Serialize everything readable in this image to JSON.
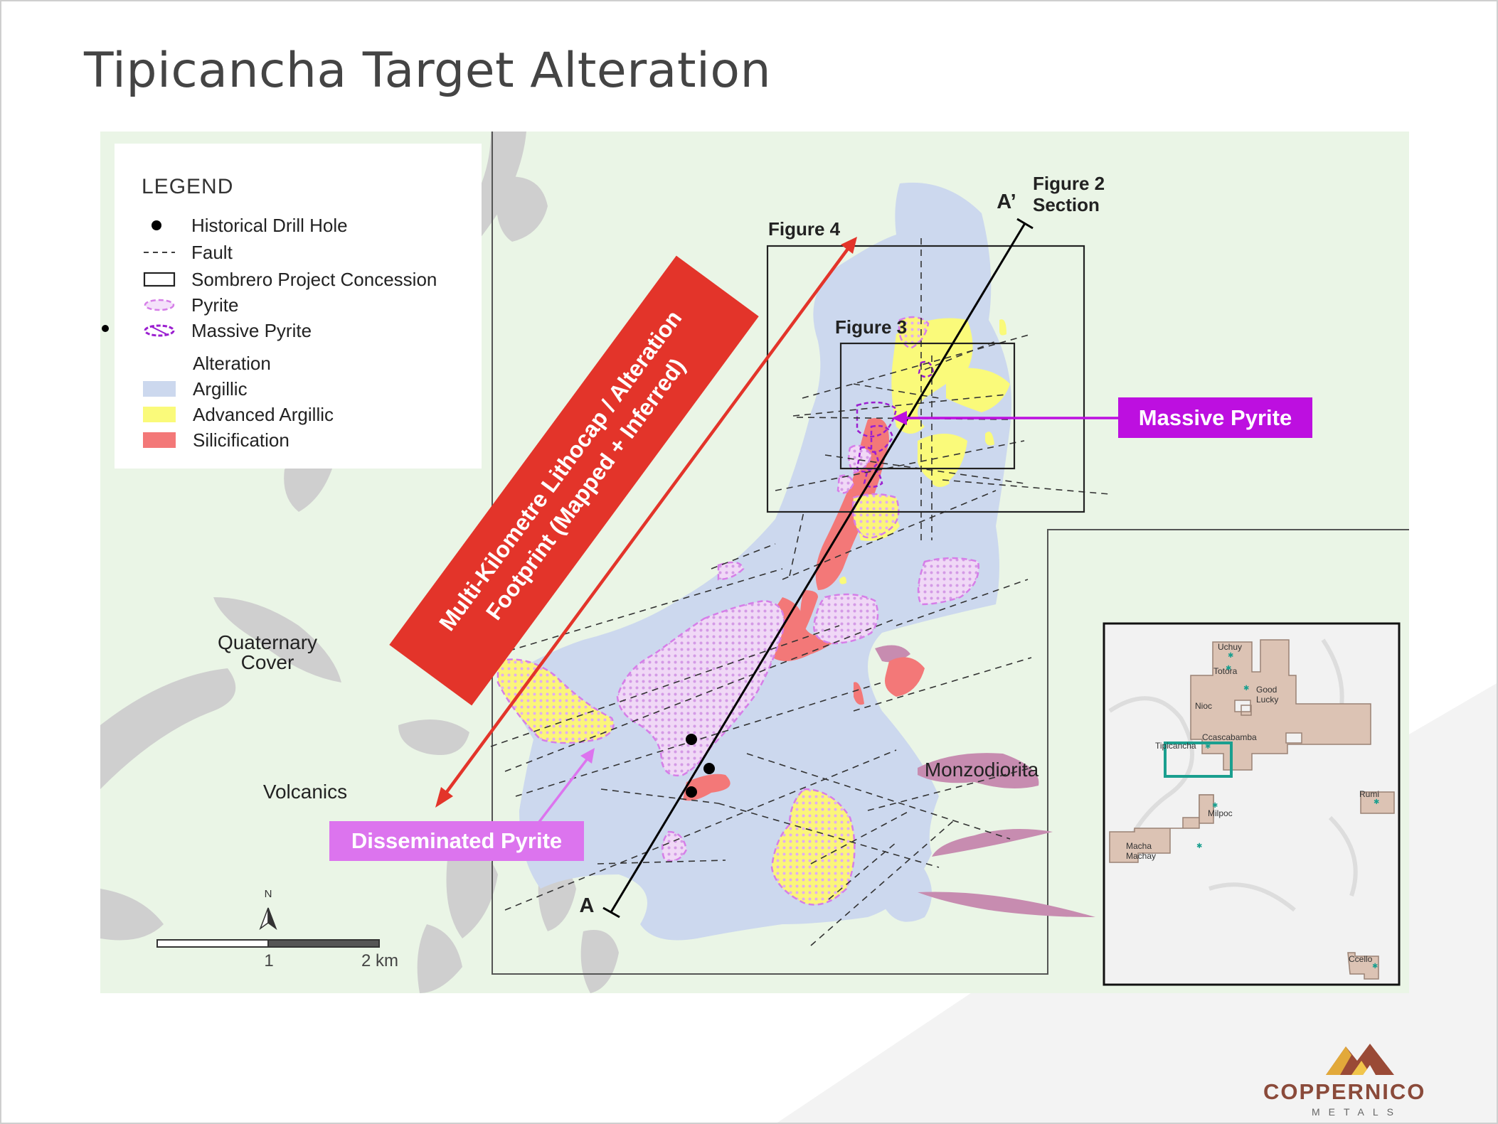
{
  "title": "Tipicancha Target Alteration",
  "legend": {
    "title": "LEGEND",
    "items": [
      {
        "label": "Historical Drill Hole",
        "icon": "drill-hole-icon"
      },
      {
        "label": "Fault",
        "icon": "fault-line-icon"
      },
      {
        "label": "Sombrero Project Concession",
        "icon": "concession-box-icon"
      },
      {
        "label": "Pyrite",
        "icon": "pyrite-outline-icon"
      },
      {
        "label": "Massive Pyrite",
        "icon": "massive-pyrite-outline-icon"
      }
    ],
    "alteration_heading": "Alteration",
    "alteration": [
      {
        "label": "Argillic",
        "color": "#ccd8ee"
      },
      {
        "label": "Advanced Argillic",
        "color": "#fafa7a"
      },
      {
        "label": "Silicification",
        "color": "#f37878"
      }
    ]
  },
  "map_labels": {
    "quaternary": "Quaternary\nCover",
    "volcanics": "Volcanics",
    "monzodiorita": "Monzodiorita",
    "a_prime": "A’",
    "a": "A",
    "figure2": "Figure 2\nSection",
    "figure4": "Figure 4",
    "figure3": "Figure 3"
  },
  "callouts": {
    "lithocap": "Multi-Kilometre Lithocap / Alteration\nFootprint (Mapped + Inferred)",
    "massive_pyrite": "Massive Pyrite",
    "disseminated_pyrite": "Disseminated Pyrite"
  },
  "scale_bar": {
    "north": "N",
    "mid": "1",
    "end": "2 km"
  },
  "inset": {
    "labels": [
      "Uchuy",
      "Totora",
      "Good Lucky",
      "Nioc",
      "Ccascabamba",
      "Tipicancha",
      "Rumi",
      "Milpoc",
      "Macha Machay",
      "Ccello"
    ]
  },
  "brand": {
    "name": "COPPERNICO",
    "sub": "METALS"
  },
  "colors": {
    "map_bg": "#eaf5e6",
    "argillic": "#ccd8ee",
    "advanced_argillic": "#fafa7a",
    "silicification": "#f37878",
    "pyrite": "#d67ee8",
    "massive_pyrite": "#9b1fd0",
    "lithocap_red": "#e3342a",
    "callout_magenta": "#bd0fe0",
    "callout_pink": "#dc74ee",
    "monzodiorita": "#c78cb0",
    "inset_concession": "#dcc3b4",
    "inset_target": "#1a9f8f"
  }
}
